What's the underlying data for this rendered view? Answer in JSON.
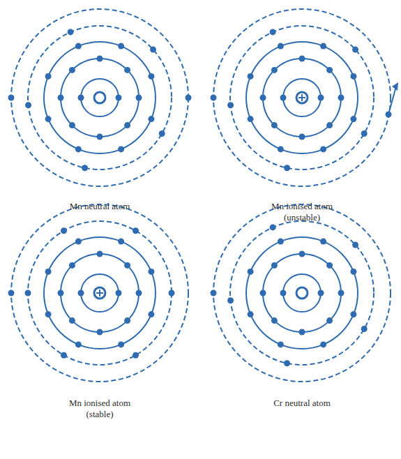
{
  "diagram": {
    "labels": [
      "Mn neutral atom",
      "Mn ionised atom (unstable)",
      "Mn ionised atom (stable)",
      "Cr neutral atom"
    ]
  }
}
